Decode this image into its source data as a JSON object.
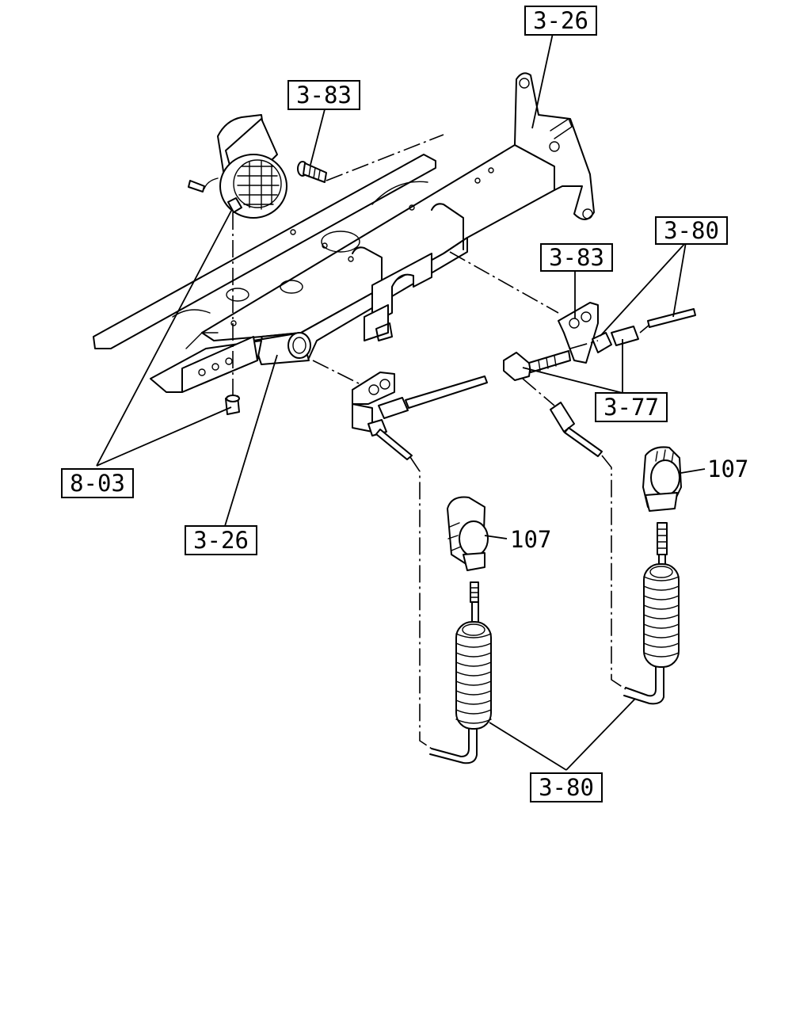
{
  "callouts": {
    "c_3_26_top": "3-26",
    "c_3_83_top": "3-83",
    "c_3_83_mid": "3-83",
    "c_3_80_right": "3-80",
    "c_3_77": "3-77",
    "c_107_right": "107",
    "c_107_left": "107",
    "c_8_03": "8-03",
    "c_3_26_left": "3-26",
    "c_3_80_bottom": "3-80"
  }
}
